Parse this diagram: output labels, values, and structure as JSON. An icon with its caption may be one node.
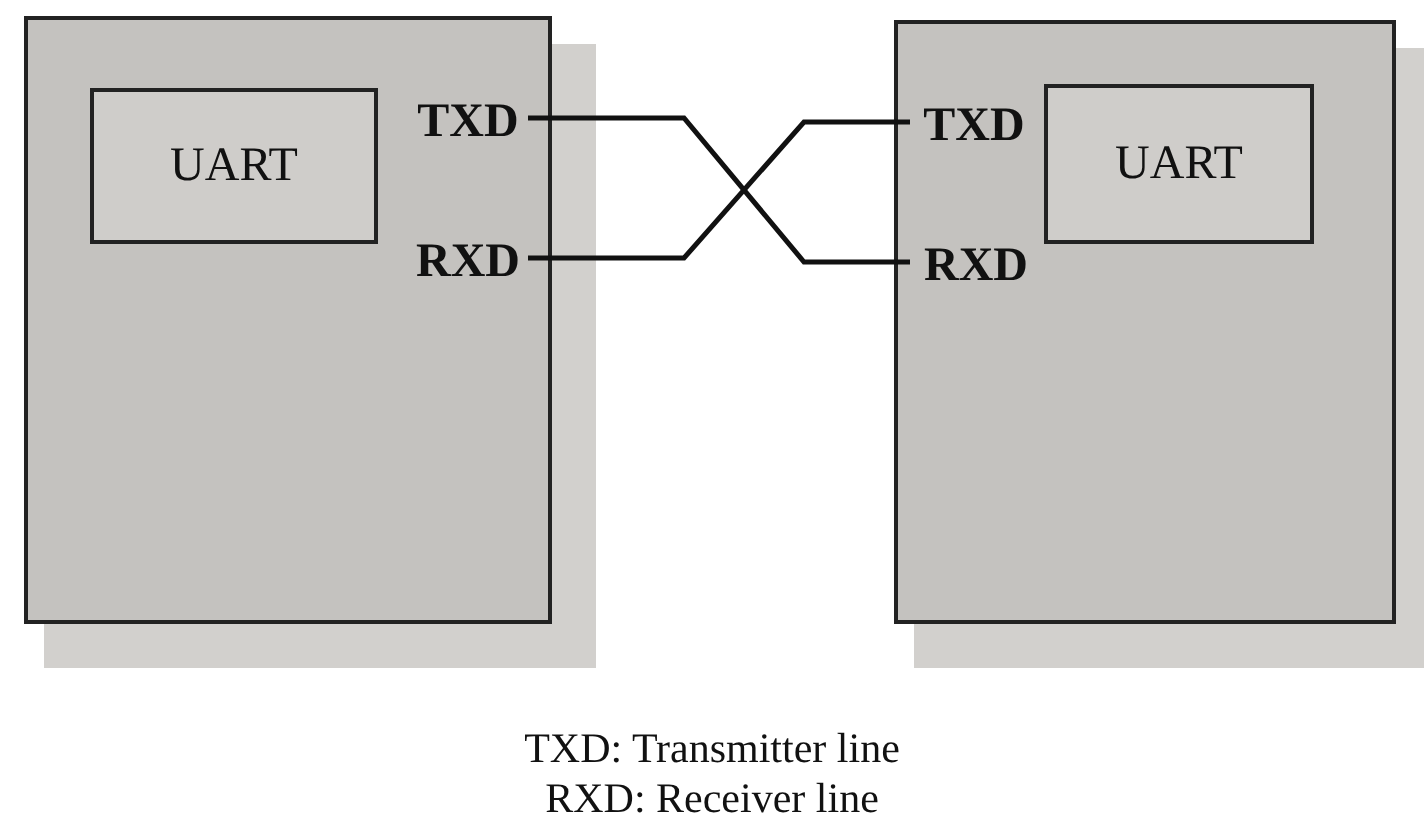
{
  "diagram": {
    "nodes": [
      {
        "text": [],
        "shape": "box"
      },
      {
        "text": [
          "UART"
        ],
        "in": 0
      },
      {
        "text": [
          "TXD"
        ],
        "in": 0
      },
      {
        "text": [
          "RXD"
        ],
        "in": 0
      },
      {
        "text": [],
        "shape": "box"
      },
      {
        "text": [
          "TXD"
        ],
        "in": 4
      },
      {
        "text": [
          "UART"
        ],
        "in": 4
      },
      {
        "text": [
          "RXD"
        ],
        "in": 4
      }
    ],
    "edges": [
      {
        "from": 2,
        "to": 7,
        "arrow": "none"
      },
      {
        "from": 3,
        "to": 5,
        "arrow": "none"
      }
    ],
    "labels": [
      "TXD: Transmitter line",
      "RXD: Receiver line"
    ]
  }
}
